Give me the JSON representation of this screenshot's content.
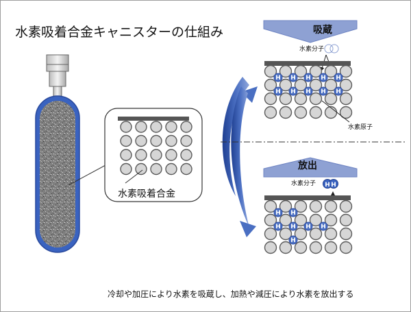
{
  "title": "水素吸着合金キャニスターの仕組み",
  "zoom_label": "水素吸着合金",
  "absorb": {
    "header": "吸蔵",
    "molecule_label": "水素分子",
    "atom_label": "水素原子"
  },
  "release": {
    "header": "放出",
    "molecule_label": "水素分子"
  },
  "h_symbol": "H",
  "caption": "冷却や加圧により水素を吸蔵し、加熱や減圧により水素を放出する",
  "colors": {
    "blue": "#4a6fc2",
    "blue_dark": "#3050a8",
    "grey_ball": "#d6d6d6",
    "grey_ring": "#5a5a5a",
    "header_fill": "#8ea1d3",
    "header_bar": "#6d83c2"
  }
}
